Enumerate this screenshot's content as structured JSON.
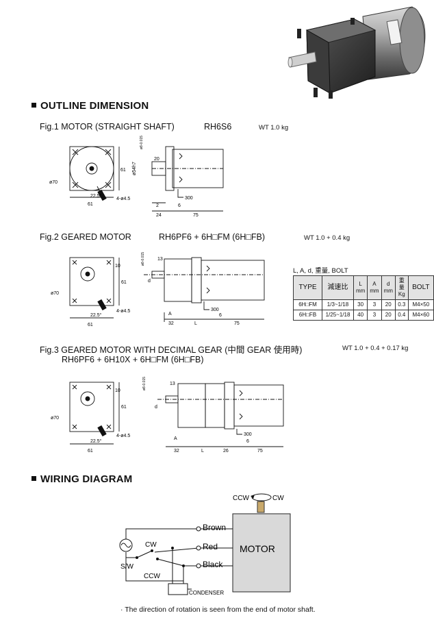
{
  "outline": {
    "title": "OUTLINE DIMENSION",
    "fig1": {
      "label": "Fig.1 MOTOR (STRAIGHT SHAFT)",
      "model": "RH6S6",
      "wt": "WT 1.0 kg",
      "dims": {
        "d70": "ø70",
        "d61a": "61",
        "d61b": "61",
        "bolt": "4-ø4.5",
        "angle": "22.5°",
        "shaft": "ø54h7",
        "key": "ø8-0.015",
        "d20": "20",
        "d2": "2",
        "d6": "6",
        "d24": "24",
        "d75": "75",
        "lead": "300"
      }
    },
    "fig2": {
      "label": "Fig.2 GEARED MOTOR",
      "model": "RH6PF6 + 6H□FM (6H□FB)",
      "wt": "WT 1.0 + 0.4 kg",
      "dims": {
        "d70": "ø70",
        "d61a": "61",
        "d61b": "61",
        "d10": "10",
        "bolt": "4-ø4.5",
        "angle": "22.5°",
        "d13": "13",
        "key": "ø8-0.015",
        "dd": "d",
        "A": "A",
        "d32": "32",
        "L": "L",
        "d6": "6",
        "d75": "75",
        "lead": "300"
      }
    },
    "fig3": {
      "label": "Fig.3 GEARED MOTOR WITH DECIMAL GEAR",
      "label_cjk": "(中間 GEAR 使用時)",
      "model": "RH6PF6 + 6H10X + 6H□FM (6H□FB)",
      "wt": "WT  1.0 + 0.4 + 0.17 kg",
      "dims": {
        "d70": "ø70",
        "d61a": "61",
        "d61b": "61",
        "d10": "10",
        "bolt": "4-ø4.5",
        "angle": "22.5°",
        "d13": "13",
        "key": "ø8-0.015",
        "dd": "d",
        "A": "A",
        "d32": "32",
        "L": "L",
        "d26": "26",
        "d6": "6",
        "d75": "75",
        "lead": "300"
      }
    },
    "table": {
      "caption": "L, A, d, 重量, BOLT",
      "headers": [
        "TYPE",
        "減速比",
        "L mm",
        "A mm",
        "d mm",
        "重量 Kg",
        "BOLT"
      ],
      "rows": [
        [
          "6H□FM",
          "1/3~1/18",
          "30",
          "3",
          "20",
          "0.3",
          "M4×50"
        ],
        [
          "6H□FB",
          "1/25~1/18",
          "40",
          "3",
          "20",
          "0.4",
          "M4×60"
        ]
      ]
    }
  },
  "wiring": {
    "title": "WIRING DIAGRAM",
    "ccw_top": "CCW",
    "cw_top": "CW",
    "motor": "MOTOR",
    "brown": "Brown",
    "red": "Red",
    "black": "Black",
    "cw": "CW",
    "ccw": "CCW",
    "sw": "S/W",
    "condenser": "CONDENSER",
    "note": "· The direction of rotation is seen from the end of motor shaft."
  }
}
